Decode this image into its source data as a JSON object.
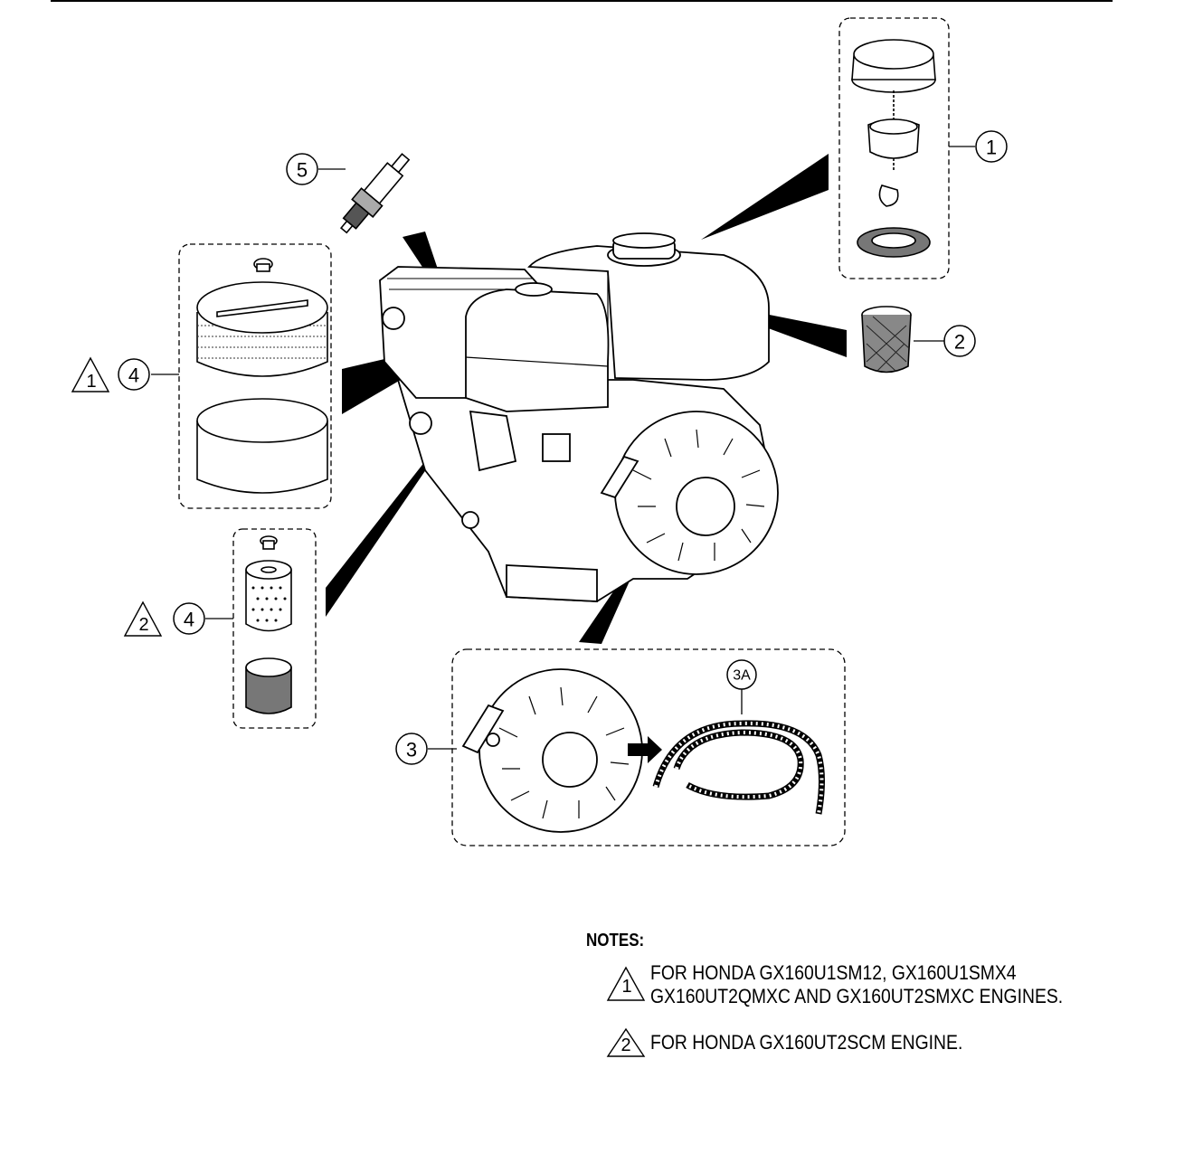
{
  "callouts": {
    "fuel_cap": "1",
    "fuel_strainer": "2",
    "recoil_starter": "3",
    "recoil_rope": "3A",
    "air_filter_a": "4",
    "air_filter_b": "4",
    "spark_plug": "5",
    "flag_air_filter_a": "1",
    "flag_air_filter_b": "2"
  },
  "notes": {
    "title": "NOTES:",
    "items": [
      {
        "flag": "1",
        "lines": [
          "FOR HONDA GX160U1SM12, GX160U1SMX4",
          "GX160UT2QMXC AND GX160UT2SMXC ENGINES."
        ]
      },
      {
        "flag": "2",
        "lines": [
          "FOR HONDA GX160UT2SCM ENGINE."
        ]
      }
    ]
  },
  "colors": {
    "ink": "#000000",
    "paper": "#ffffff",
    "dark_gray": "#555555",
    "mid_gray": "#bbbbbb"
  }
}
